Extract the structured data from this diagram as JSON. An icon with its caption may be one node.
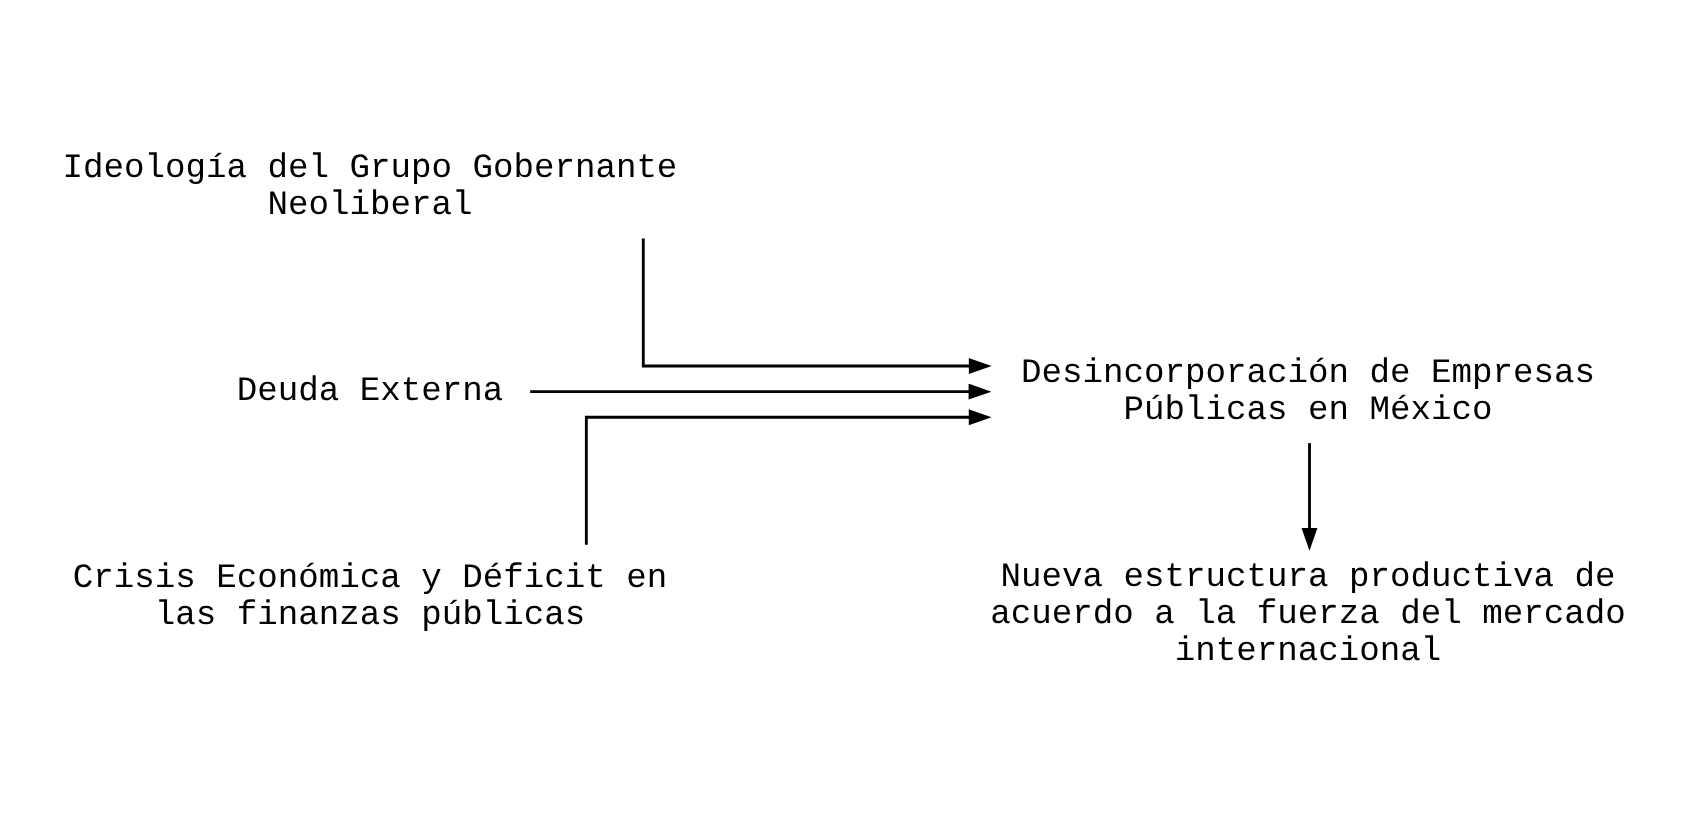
{
  "diagram": {
    "nodes": [
      {
        "text": [
          "Ideología del Grupo Gobernante Neoliberal"
        ]
      },
      {
        "text": [
          "Deuda Externa"
        ]
      },
      {
        "text": [
          "Crisis Económica y Déficit en las finanzas públicas"
        ]
      },
      {
        "text": [
          "Desincorporación de Empresas Públicas en México"
        ]
      },
      {
        "text": [
          "Nueva estructura productiva de acuerdo a la fuerza del mercado internacional"
        ]
      }
    ],
    "edges": [
      {
        "from": 0,
        "to": 3,
        "arrow": "to"
      },
      {
        "from": 1,
        "to": 3,
        "arrow": "to"
      },
      {
        "from": 2,
        "to": 3,
        "arrow": "to"
      },
      {
        "from": 3,
        "to": 4,
        "arrow": "to"
      }
    ]
  }
}
